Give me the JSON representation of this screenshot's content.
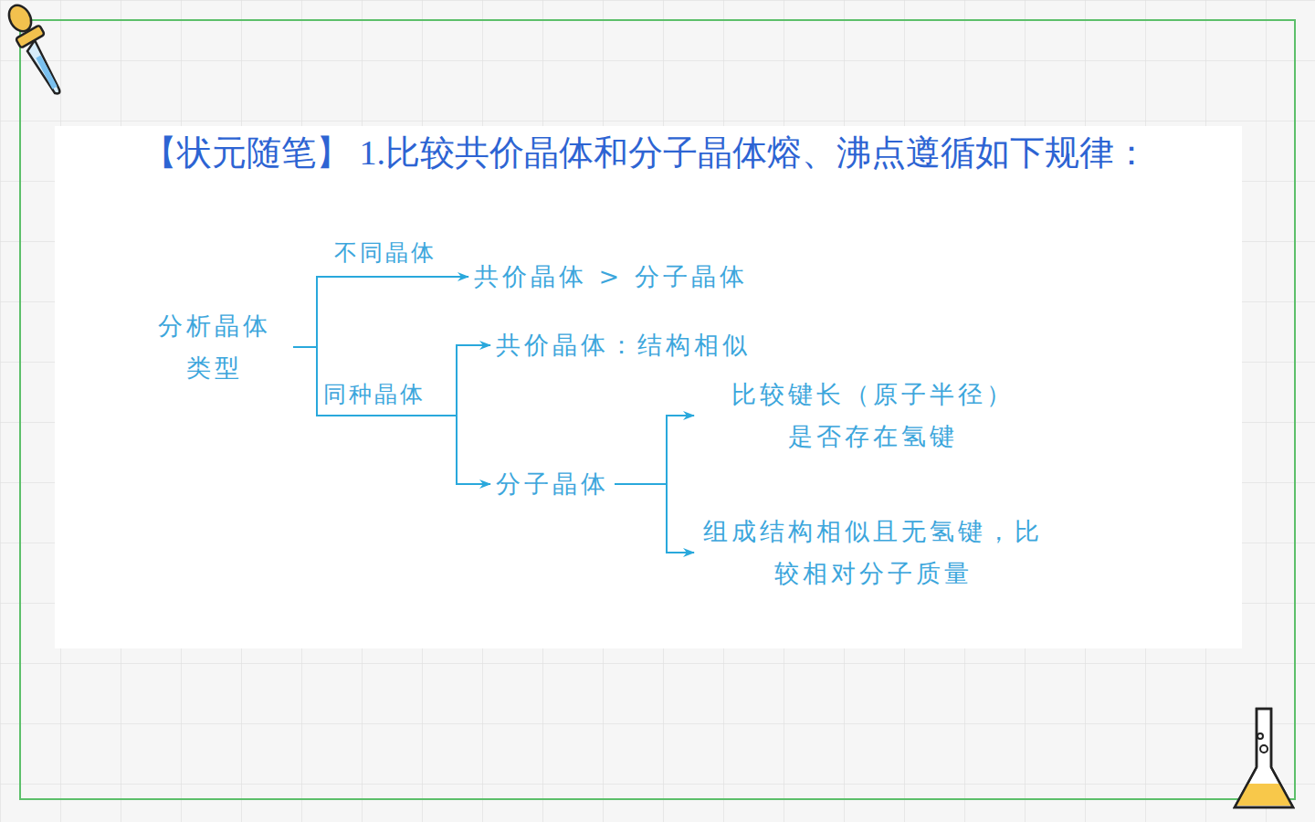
{
  "diagram": {
    "title": "【状元随笔】 1.比较共价晶体和分子晶体熔、沸点遵循如下规律：",
    "nodes": [
      {
        "text": [
          "分析晶体 类型"
        ]
      },
      {
        "text": [
          "共价晶体 > 分子晶体"
        ]
      },
      {
        "text": [
          "共价晶体：结构相似"
        ]
      },
      {
        "text": [
          "分子晶体"
        ]
      },
      {
        "text": [
          "比较键长（原子半径）",
          "是否存在氢键"
        ]
      },
      {
        "text": [
          "组成结构相似且无氢键，比较相对分子质量"
        ]
      }
    ],
    "edges": [
      {
        "from": 0,
        "to": 1,
        "arrow": "to",
        "label": "不同晶体"
      },
      {
        "from": 0,
        "to": 2,
        "arrow": "to",
        "label": "同种晶体"
      },
      {
        "from": 0,
        "to": 3,
        "arrow": "to"
      },
      {
        "from": 3,
        "to": 4,
        "arrow": "to"
      },
      {
        "from": 3,
        "to": 5,
        "arrow": "to"
      }
    ]
  }
}
